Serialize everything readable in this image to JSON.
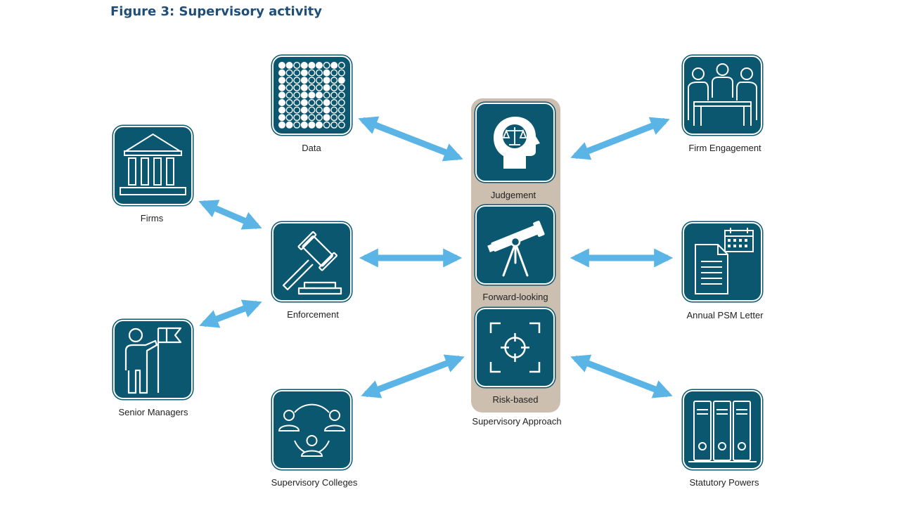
{
  "figure": {
    "title": "Figure 3: Supervisory activity"
  },
  "colors": {
    "tile": "#0b5770",
    "arrow": "#5ab4e6",
    "center_panel": "#cdbfb0",
    "title": "#1f4e79"
  },
  "center": {
    "items": [
      {
        "label": "Judgement",
        "icon": "head-scales-icon"
      },
      {
        "label": "Forward-looking",
        "icon": "telescope-icon"
      },
      {
        "label": "Risk-based",
        "icon": "target-crosshair-icon"
      }
    ],
    "caption": "Supervisory Approach"
  },
  "nodes": {
    "data": {
      "label": "Data",
      "icon": "dot-grid-icon"
    },
    "firms": {
      "label": "Firms",
      "icon": "bank-building-icon"
    },
    "enforcement": {
      "label": "Enforcement",
      "icon": "gavel-icon"
    },
    "senior_managers": {
      "label": "Senior Managers",
      "icon": "person-flag-icon"
    },
    "supervisory_colleges": {
      "label": "Supervisory Colleges",
      "icon": "people-network-icon"
    },
    "firm_engagement": {
      "label": "Firm Engagement",
      "icon": "meeting-icon"
    },
    "annual_psm_letter": {
      "label": "Annual PSM Letter",
      "icon": "letter-calendar-icon"
    },
    "statutory_powers": {
      "label": "Statutory Powers",
      "icon": "binders-icon"
    }
  }
}
